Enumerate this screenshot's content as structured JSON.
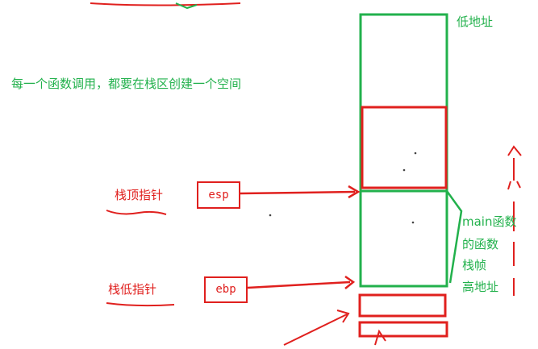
{
  "labels": {
    "low_address": "低地址",
    "high_address": "高地址",
    "note": "每一个函数调用，都要在栈区创建一个空间",
    "frame_line1": "main函数",
    "frame_line2": "的函数",
    "frame_line3": "栈帧",
    "stack_top_pointer": "栈顶指针",
    "stack_bottom_pointer": "栈低指针",
    "esp": "esp",
    "ebp": "ebp"
  },
  "colors": {
    "green": "#22b14c",
    "red": "#e0201e"
  }
}
